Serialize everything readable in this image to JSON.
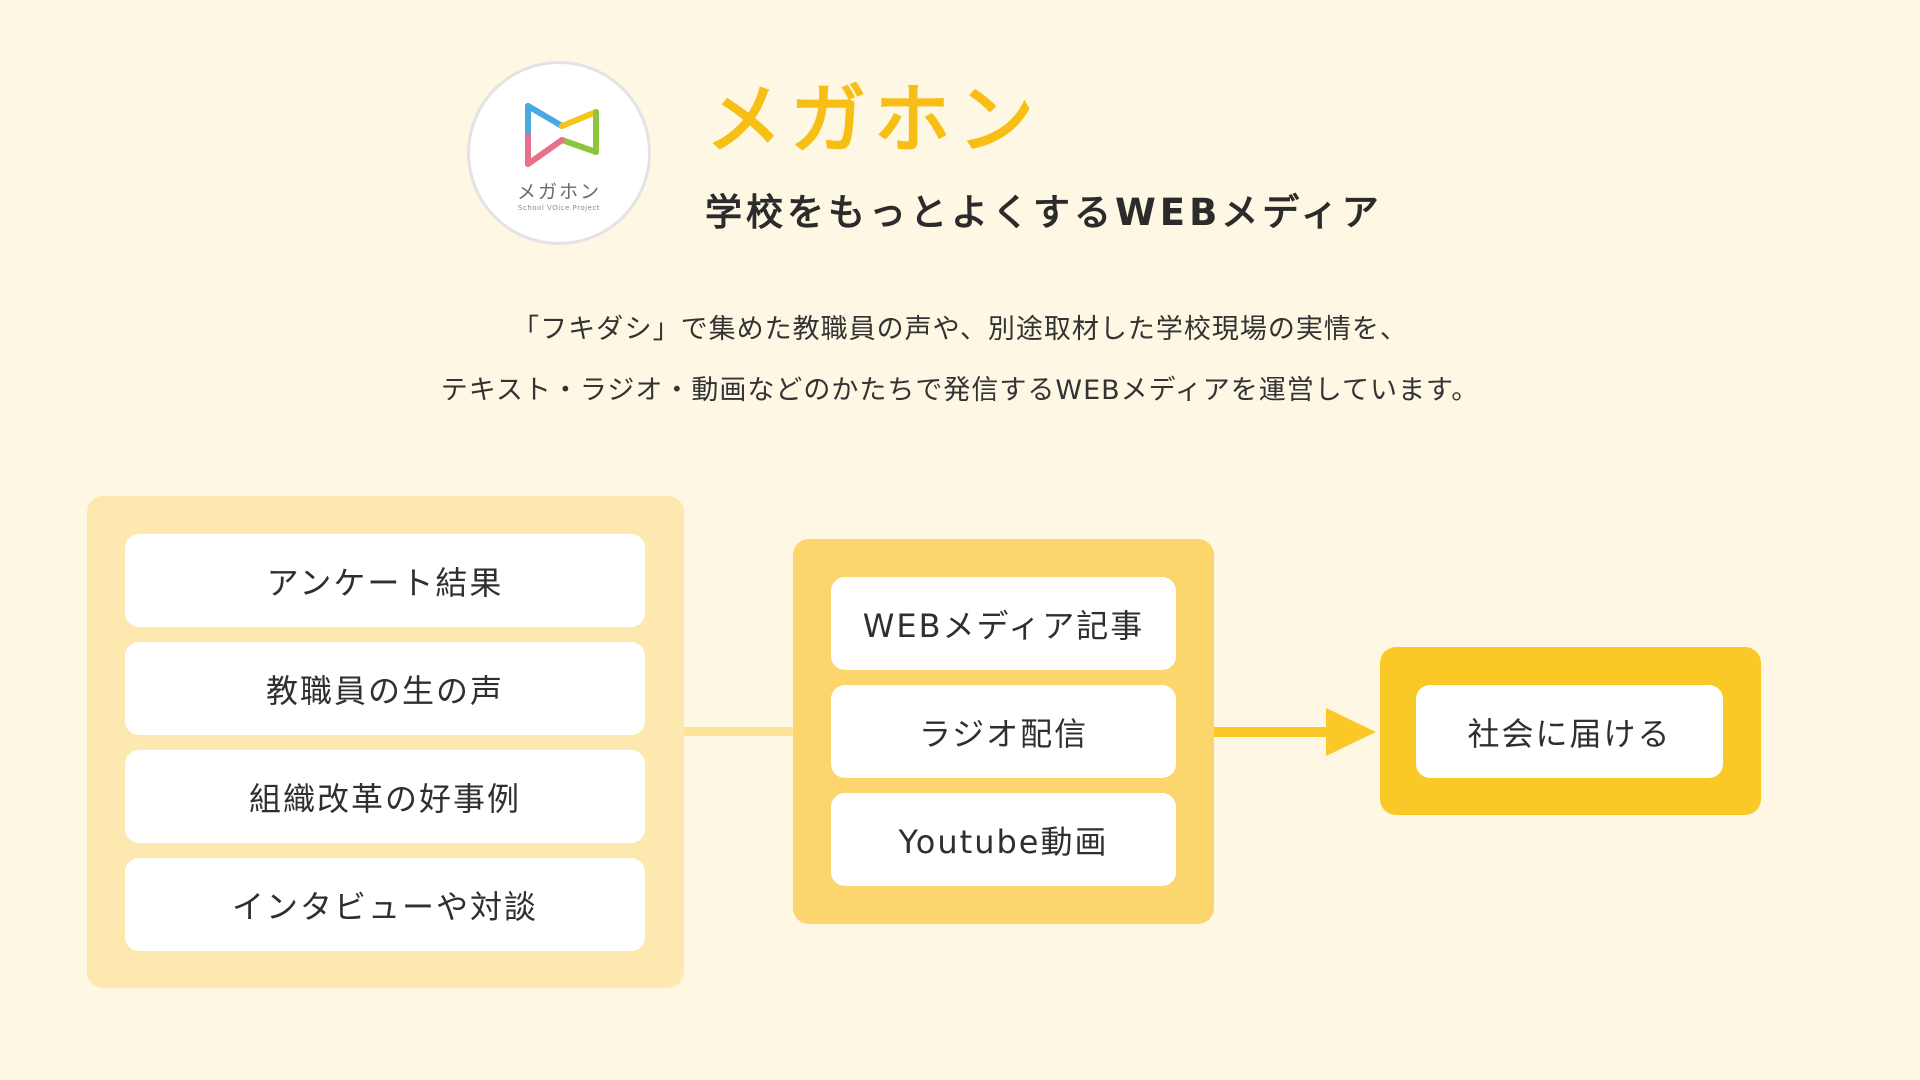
{
  "logo": {
    "wordmark": "メガホン",
    "subtitle": "School VOice Project",
    "colors": {
      "blue": "#4aa8e0",
      "green": "#8cc63f",
      "yellow": "#f5c518",
      "pink": "#ea6f8a"
    }
  },
  "header": {
    "title": "メガホン",
    "tagline": "学校をもっとよくするWEBメディア"
  },
  "description": {
    "line1": "「フキダシ」で集めた教職員の声や、別途取材した学校現場の実情を、",
    "line2": "テキスト・ラジオ・動画などのかたちで発信するWEBメディアを運営しています。"
  },
  "diagram": {
    "sources": [
      {
        "label": "アンケート結果"
      },
      {
        "label": "教職員の生の声"
      },
      {
        "label": "組織改革の好事例"
      },
      {
        "label": "インタビューや対談"
      }
    ],
    "media": [
      {
        "label": "WEBメディア記事"
      },
      {
        "label": "ラジオ配信"
      },
      {
        "label": "Youtube動画"
      }
    ],
    "destination": {
      "label": "社会に届ける"
    },
    "colors": {
      "background": "#fef7e3",
      "source_panel": "#fde9af",
      "media_panel": "#fcd66c",
      "destination_panel": "#fac927",
      "accent": "#f7bf16"
    }
  }
}
